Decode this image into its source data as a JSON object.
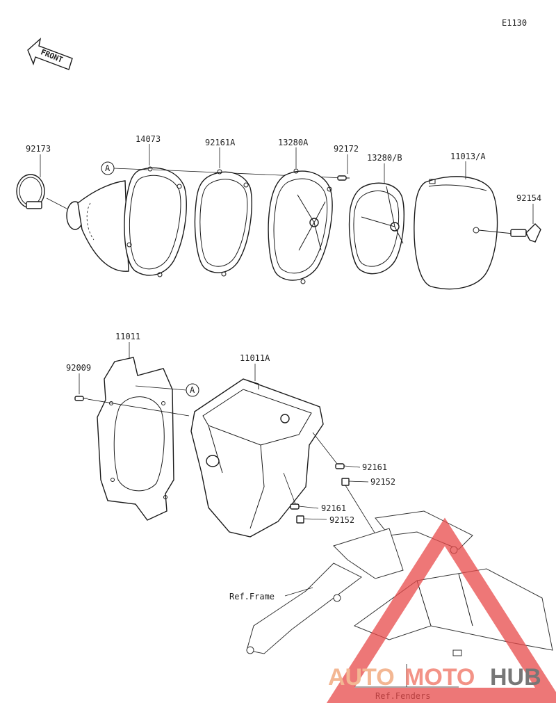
{
  "code": "E1130",
  "front_label": "FRONT",
  "parts": {
    "p92173": "92173",
    "p14073": "14073",
    "p92161A": "92161A",
    "p13280A": "13280A",
    "p92172": "92172",
    "p13280B": "13280/B",
    "p11013A": "11013/A",
    "p92154": "92154",
    "p11011": "11011",
    "p92009": "92009",
    "p11011A": "11011A",
    "p92161_a": "92161",
    "p92152_a": "92152",
    "p92161_b": "92161",
    "p92152_b": "92152",
    "ref_frame": "Ref.Frame",
    "ref_fenders": "Ref.Fenders"
  },
  "callout_A": "A",
  "watermark": {
    "auto": "AUTO",
    "moto": "MOTO",
    "hub": "HUB"
  },
  "colors": {
    "watermark_auto": "#f0a070",
    "watermark_moto": "#f07060",
    "watermark_hub": "#4a4a4a",
    "watermark_triangle": "#e84a4a"
  }
}
